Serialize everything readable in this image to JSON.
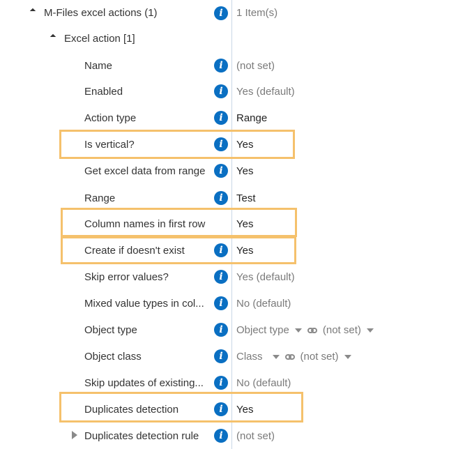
{
  "tree": {
    "root": {
      "label": "M-Files excel actions (1)",
      "value": "1 Item(s)"
    },
    "child": {
      "label": "Excel action [1]"
    },
    "properties": [
      {
        "label": "Name",
        "value": "(not set)"
      },
      {
        "label": "Enabled",
        "value": "Yes (default)"
      },
      {
        "label": "Action type",
        "value": "Range"
      },
      {
        "label": "Is vertical?",
        "value": "Yes"
      },
      {
        "label": "Get excel data from range",
        "value": "Yes"
      },
      {
        "label": "Range",
        "value": "Test"
      },
      {
        "label": "Column names in first row",
        "value": "Yes"
      },
      {
        "label": "Create if doesn't exist",
        "value": "Yes"
      },
      {
        "label": "Skip error values?",
        "value": "Yes (default)"
      },
      {
        "label": "Mixed value types in col...",
        "value": "No (default)"
      },
      {
        "label": "Object type",
        "value": "Object type",
        "ref_value": "(not set)"
      },
      {
        "label": "Object class",
        "value": "Class",
        "ref_value": "(not set)"
      },
      {
        "label": "Skip updates of existing...",
        "value": "No (default)"
      },
      {
        "label": "Duplicates detection",
        "value": "Yes"
      },
      {
        "label": "Duplicates detection rule",
        "value": "(not set)"
      }
    ]
  },
  "icons": {
    "info": "info-icon",
    "expand": "expand-arrow-icon",
    "collapse": "collapse-arrow-icon",
    "link": "link-icon",
    "dropdown": "dropdown-caret-icon"
  },
  "colors": {
    "info_blue": "#0a6fc2",
    "highlight": "#f5c16c",
    "divider": "#c9d7e6"
  },
  "glyphs": {
    "info": "i"
  }
}
